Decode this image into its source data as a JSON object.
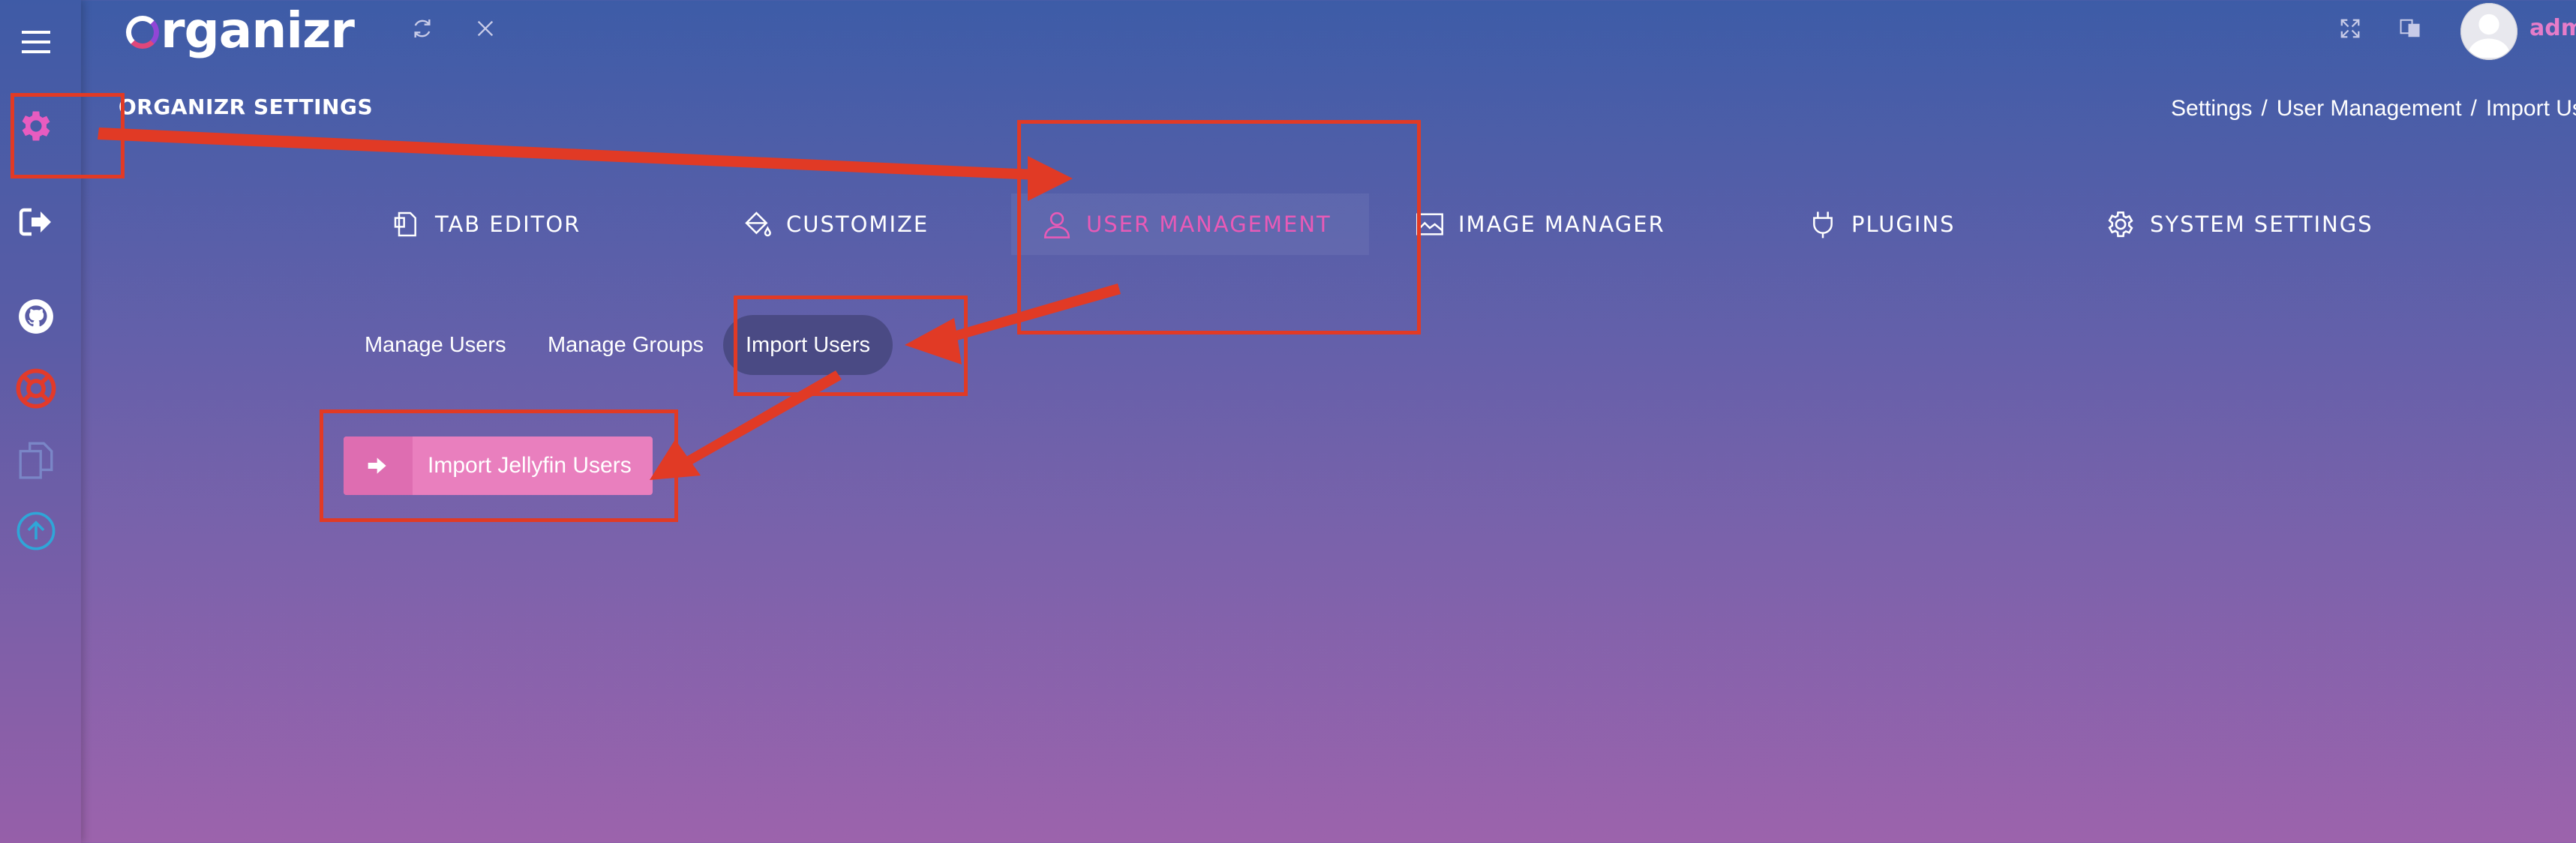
{
  "app": {
    "logo_text": "rganizr"
  },
  "header": {
    "title": "ORGANIZR SETTINGS",
    "breadcrumb": [
      "Settings",
      "User Management",
      "Import Use"
    ]
  },
  "tabs": [
    {
      "label": "TAB EDITOR",
      "icon": "document-icon"
    },
    {
      "label": "CUSTOMIZE",
      "icon": "paint-bucket-icon"
    },
    {
      "label": "USER MANAGEMENT",
      "icon": "user-icon",
      "active": true
    },
    {
      "label": "IMAGE MANAGER",
      "icon": "image-icon"
    },
    {
      "label": "PLUGINS",
      "icon": "plug-icon"
    },
    {
      "label": "SYSTEM SETTINGS",
      "icon": "gear-icon"
    }
  ],
  "subtabs": [
    {
      "label": "Manage Users"
    },
    {
      "label": "Manage Groups"
    },
    {
      "label": "Import Users",
      "active": true
    }
  ],
  "import_button": {
    "label": "Import Jellyfin Users",
    "icon": "sign-in-icon"
  },
  "user": {
    "name": "adm"
  },
  "colors": {
    "accent": "#e95ab7",
    "annotation": "#e13a25",
    "button": "#e97fbe"
  }
}
